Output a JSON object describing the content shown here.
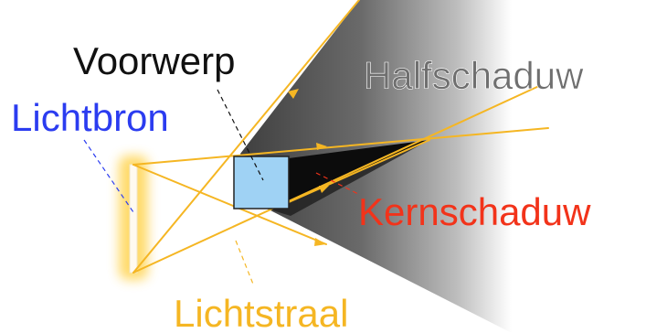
{
  "labels": {
    "object": "Voorwerp",
    "light_source": "Lichtbron",
    "penumbra": "Halfschaduw",
    "umbra": "Kernschaduw",
    "light_ray": "Lichtstraal"
  },
  "colors": {
    "object_label": "#111111",
    "light_source_label": "#2b3cf0",
    "penumbra_label": "#6f6f6f",
    "umbra_label": "#f2331a",
    "light_ray_label": "#f5b623",
    "rays": "#f5b623",
    "object_fill": "#9fd2f4",
    "object_stroke": "#222222",
    "umbra_fill": "#0c0c0c",
    "penumbra_dark": "#444444",
    "background": "#ffffff"
  }
}
